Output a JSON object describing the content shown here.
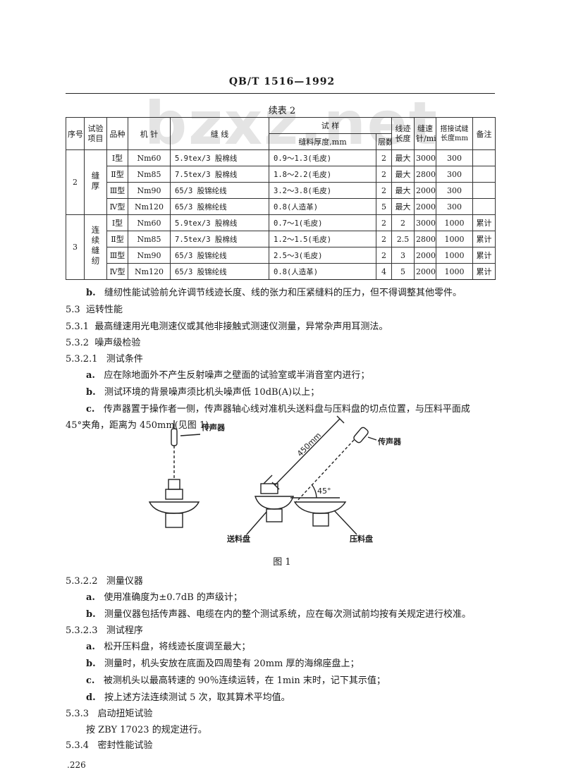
{
  "header": {
    "code": "QB/T 1516—1992"
  },
  "table_caption": "续表 2",
  "table": {
    "headers": {
      "no": "序号",
      "item": "试验项目",
      "variety": "品种",
      "needle": "机 针",
      "thread": "缝 线",
      "sample": "试 样",
      "thickness": "缝料厚度,mm",
      "layers": "层数",
      "stitch_len": "线迹长度",
      "speed": "缝速针/min",
      "joint_len": "搭接试缝长度mm",
      "remark": "备注"
    },
    "groups": [
      {
        "no": "2",
        "item": "缝厚",
        "rows": [
          {
            "variety": "Ⅰ型",
            "needle": "Nm60",
            "thread": "5.9tex/3 股棉线",
            "thickness": "0.9～1.3(毛皮)",
            "layers": "2",
            "stitch_len": "最大",
            "speed": "3000",
            "joint_len": "300",
            "remark": ""
          },
          {
            "variety": "Ⅱ型",
            "needle": "Nm85",
            "thread": "7.5tex/3 股棉线",
            "thickness": "1.8～2.2(毛皮)",
            "layers": "2",
            "stitch_len": "最大",
            "speed": "2800",
            "joint_len": "300",
            "remark": ""
          },
          {
            "variety": "Ⅲ型",
            "needle": "Nm90",
            "thread": "65/3 股锦纶线",
            "thickness": "3.2～3.8(毛皮)",
            "layers": "2",
            "stitch_len": "最大",
            "speed": "2000",
            "joint_len": "300",
            "remark": ""
          },
          {
            "variety": "Ⅳ型",
            "needle": "Nm120",
            "thread": "65/3 股棉纶线",
            "thickness": "0.8(人造革)",
            "layers": "5",
            "stitch_len": "最大",
            "speed": "2000",
            "joint_len": "300",
            "remark": ""
          }
        ]
      },
      {
        "no": "3",
        "item": "连续缝纫",
        "rows": [
          {
            "variety": "Ⅰ型",
            "needle": "Nm60",
            "thread": "5.9tex/3 股棉线",
            "thickness": "0.7～1(毛皮)",
            "layers": "2",
            "stitch_len": "2",
            "speed": "3000",
            "joint_len": "1000",
            "remark": "累计"
          },
          {
            "variety": "Ⅱ型",
            "needle": "Nm85",
            "thread": "7.5tex/3 股棉线",
            "thickness": "1.2～1.5(毛皮)",
            "layers": "2",
            "stitch_len": "2.5",
            "speed": "2800",
            "joint_len": "1000",
            "remark": "累计"
          },
          {
            "variety": "Ⅲ型",
            "needle": "Nm90",
            "thread": "65/3 股锦纶线",
            "thickness": "2.5～3(毛皮)",
            "layers": "2",
            "stitch_len": "3",
            "speed": "2000",
            "joint_len": "1000",
            "remark": "累计"
          },
          {
            "variety": "Ⅳ型",
            "needle": "Nm120",
            "thread": "65/3 股锦纶线",
            "thickness": "0.8(人造革)",
            "layers": "4",
            "stitch_len": "5",
            "speed": "2000",
            "joint_len": "1000",
            "remark": "累计"
          }
        ]
      }
    ]
  },
  "body": {
    "note_b": {
      "label": "b.",
      "text": "缝纫性能试验前允许调节线迹长度、线的张力和压紧缝料的压力，但不得调整其他零件。"
    },
    "s533": {
      "num": "5.3",
      "title": "运转性能"
    },
    "s5331": {
      "num": "5.3.1",
      "text": "最高缝速用光电测速仪或其他非接触式测速仪测量，异常杂声用耳测法。"
    },
    "s5332": {
      "num": "5.3.2",
      "title": "噪声级检验"
    },
    "s53321": {
      "num": "5.3.2.1",
      "title": "测试条件"
    },
    "cond_a": {
      "label": "a.",
      "text": "应在除地面外不产生反射噪声之壁面的试验室或半消音室内进行；"
    },
    "cond_b": {
      "label": "b.",
      "text": "测试环境的背景噪声须比机头噪声低 10dB(A)以上；"
    },
    "cond_c": {
      "label": "c.",
      "text": "传声器置于操作者一侧，传声器轴心线对准机头送料盘与压料盘的切点位置，与压料平面成"
    },
    "cond_c2": "45°夹角，距离为 450mm(见图 1)。",
    "s53322": {
      "num": "5.3.2.2",
      "title": "测量仪器"
    },
    "inst_a": {
      "label": "a.",
      "text": "使用准确度为±0.7dB 的声级计；"
    },
    "inst_b": {
      "label": "b.",
      "text": "测量仪器包括传声器、电缆在内的整个测试系统，应在每次测试前均按有关规定进行校准。"
    },
    "s53323": {
      "num": "5.3.2.3",
      "title": "测试程序"
    },
    "proc_a": {
      "label": "a.",
      "text": "松开压料盘，将线迹长度调至最大；"
    },
    "proc_b": {
      "label": "b.",
      "text": "测量时，机头安放在底面及四周垫有 20mm 厚的海绵座盘上；"
    },
    "proc_c": {
      "label": "c.",
      "text": "被测机头以最高转速的 90％连续运转，在 1min 末时，记下其示值；"
    },
    "proc_d": {
      "label": "d.",
      "text": "按上述方法连续测试 5 次，取其算术平均值。"
    },
    "s5333": {
      "num": "5.3.3",
      "title": "启动扭矩试验"
    },
    "s5333_text": "按 ZBY 17023 的规定进行。",
    "s5334": {
      "num": "5.3.4",
      "title": "密封性能试验"
    }
  },
  "figure": {
    "caption": "图 1",
    "mic_left": "传声器",
    "mic_right": "传声器",
    "dist": "450mm",
    "angle": "45°",
    "feed": "送料盘",
    "press": "压料盘"
  },
  "watermark": "bzxz.net",
  "page_no": ".226"
}
